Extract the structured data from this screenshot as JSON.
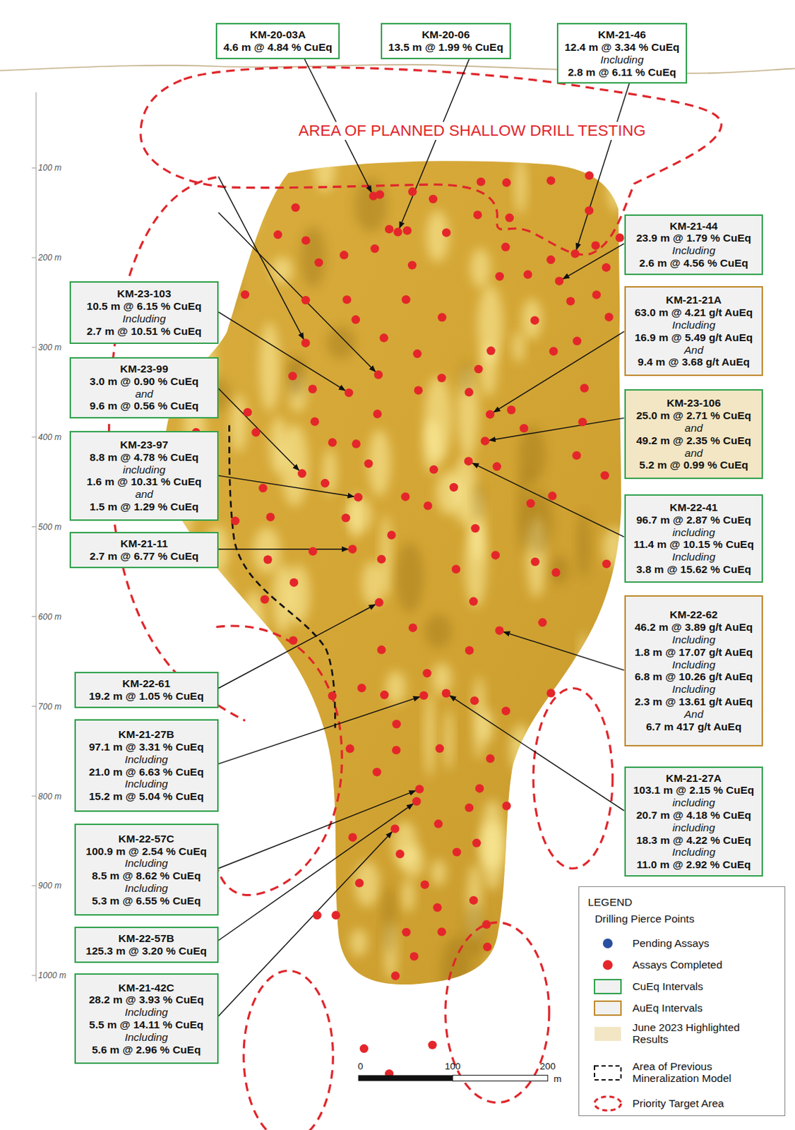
{
  "diagram": {
    "nodes": [
      {
        "text": [
          "KM-20-03A",
          "4.6 m @ 4.84 % CuEq"
        ]
      },
      {
        "text": [
          "KM-20-06",
          "13.5 m @ 1.99 % CuEq"
        ]
      },
      {
        "text": [
          "KM-21-46",
          "12.4 m @ 3.34 % CuEq",
          "Including",
          "2.8 m @ 6.11 % CuEq"
        ]
      },
      {
        "text": [
          "KM-23-103",
          "10.5 m @ 6.15 % CuEq",
          "Including",
          "2.7 m @ 10.51 % CuEq"
        ]
      },
      {
        "text": [
          "KM-23-99",
          "3.0 m @ 0.90 % CuEq",
          "and",
          "9.6 m @ 0.56 % CuEq"
        ]
      },
      {
        "text": [
          "KM-23-97",
          "8.8 m @ 4.78 % CuEq",
          "including",
          "1.6 m @ 10.31 % CuEq",
          "and",
          "1.5 m @ 1.29 % CuEq"
        ]
      },
      {
        "text": [
          "KM-21-11",
          "2.7 m @ 6.77 % CuEq"
        ]
      },
      {
        "text": [
          "KM-22-61",
          "19.2 m @ 1.05 % CuEq"
        ]
      },
      {
        "text": [
          "KM-21-27B",
          "97.1 m @ 3.31 % CuEq",
          "Including",
          "21.0 m @ 6.63 % CuEq",
          "Including",
          "15.2 m @ 5.04 % CuEq"
        ]
      },
      {
        "text": [
          "KM-22-57C",
          "100.9 m @ 2.54 % CuEq",
          "Including",
          "8.5 m @ 8.62 % CuEq",
          "Including",
          "5.3 m @ 6.55 % CuEq"
        ]
      },
      {
        "text": [
          "KM-22-57B",
          "125.3 m @ 3.20 % CuEq"
        ]
      },
      {
        "text": [
          "KM-21-42C",
          "28.2 m @ 3.93 % CuEq",
          "Including",
          "5.5 m @ 14.11 % CuEq",
          "Including",
          "5.6 m @ 2.96 % CuEq"
        ]
      },
      {
        "text": [
          "KM-21-44",
          "23.9 m @ 1.79 % CuEq",
          "Including",
          "2.6 m @ 4.56 % CuEq"
        ]
      },
      {
        "text": [
          "KM-21-21A",
          "63.0 m @ 4.21 g/t AuEq",
          "Including",
          "16.9 m @ 5.49 g/t AuEq",
          "And",
          "9.4 m @ 3.68 g/t AuEq"
        ]
      },
      {
        "text": [
          "KM-23-106",
          "25.0 m @ 2.71 % CuEq",
          "and",
          "49.2 m @ 2.35 % CuEq",
          "and",
          "5.2 m @ 0.99 % CuEq"
        ]
      },
      {
        "text": [
          "KM-22-41",
          "96.7 m @ 2.87 % CuEq",
          "including",
          "11.4 m @ 10.15 % CuEq",
          "Including",
          "3.8 m @ 15.62 % CuEq"
        ]
      },
      {
        "text": [
          "KM-22-62",
          "46.2 m @ 3.89 g/t AuEq",
          "Including",
          "1.8 m @ 17.07 g/t AuEq",
          "Including",
          "6.8 m @ 10.26 g/t AuEq",
          "Including",
          "2.3 m @ 13.61 g/t AuEq",
          "And",
          "6.7 m 417 g/t AuEq"
        ]
      },
      {
        "text": [
          "KM-21-27A",
          "103.1 m @ 2.15 % CuEq",
          "including",
          "20.7 m @ 4.18 % CuEq",
          "including",
          "18.3 m @ 4.22 % CuEq",
          "Including",
          "11.0 m @ 2.92 % CuEq"
        ]
      }
    ],
    "labels": [
      "AREA OF PLANNED SHALLOW DRILL TESTING",
      "100 m",
      "200 m",
      "300 m",
      "400 m",
      "500 m",
      "600 m",
      "700 m",
      "800 m",
      "900 m",
      "1000 m",
      "LEGEND",
      "Drilling Pierce Points",
      "0",
      "100",
      "200",
      "m"
    ],
    "legend": [
      {
        "text": "Pending Assays"
      },
      {
        "text": "Assays Completed"
      },
      {
        "text": "CuEq Intervals"
      },
      {
        "text": "AuEq Intervals"
      },
      {
        "text": "June 2023 Highlighted Results",
        "color": "#f3e6c4"
      },
      {
        "text": "Area of Previous Mineralization Model"
      },
      {
        "text": "Priority Target Area"
      }
    ]
  }
}
